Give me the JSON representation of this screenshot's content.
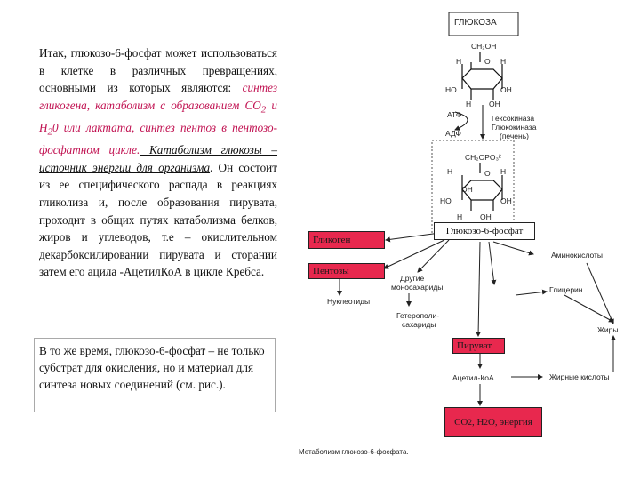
{
  "paragraph1": {
    "lead": "Итак, глюкозо-6-фосфат может использоваться в клетке в различных превращениях, основными из которых являются:",
    "highlight_a": " синтез гликогена, катаболизм с образованием СО",
    "sub2a": "2",
    "highlight_b": " и Н",
    "sub2b": "2",
    "highlight_c": "0 или лактата, синтез пентоз в пентозо-фосфатном цикле.",
    "underline": " Катаболизм глюкозы – источник энергии для организма",
    "rest": ". Он состоит из ее специфического распада в реакциях гликолиза и, после образования пирувата, проходит в общих путях катаболизма белков, жиров и углеводов, т.е – окислительном декарбоксилировании пирувата и сторании затем его ацила -АцетилКоА в цикле Кребса."
  },
  "paragraph2": "В то же время, глюкозо-6-фосфат – не только субстрат для окисления, но и материал для синтеза новых соединений (см. рис.).",
  "diagram": {
    "glucose": "ГЛЮКОЗА",
    "ch2oh": "CH₂OH",
    "ch2opo3": "CH₂OPO₃²⁻",
    "atf": "АТФ",
    "adf": "АДФ",
    "enzyme1": "Гексокиназа",
    "enzyme2": "Глюкокиназа",
    "enzyme3": "(печень)",
    "g6p": "Глюкозо-6-фосфат",
    "glycogen": "Гликоген",
    "pentoses": "Пентозы",
    "nucleotides": "Нуклеотиды",
    "other_mono_1": "Другие",
    "other_mono_2": "моносахариды",
    "hetero_1": "Гетерополи-",
    "hetero_2": "сахариды",
    "amino": "Аминокислоты",
    "glycerin": "Глицерин",
    "fats": "Жиры",
    "pyruvate": "Пируват",
    "acetyl": "Ацетил-КоА",
    "fatty_acids": "Жирные кислоты",
    "final_co": "CO",
    "final_sub1": "2",
    "final_mid": ", H",
    "final_sub2": "2",
    "final_end": "O, энергия",
    "ring_h": "H",
    "ring_o": "O",
    "ring_oh": "OH",
    "ring_ho": "HO"
  },
  "caption": "Метаболизм глюкозо-6-фосфата."
}
